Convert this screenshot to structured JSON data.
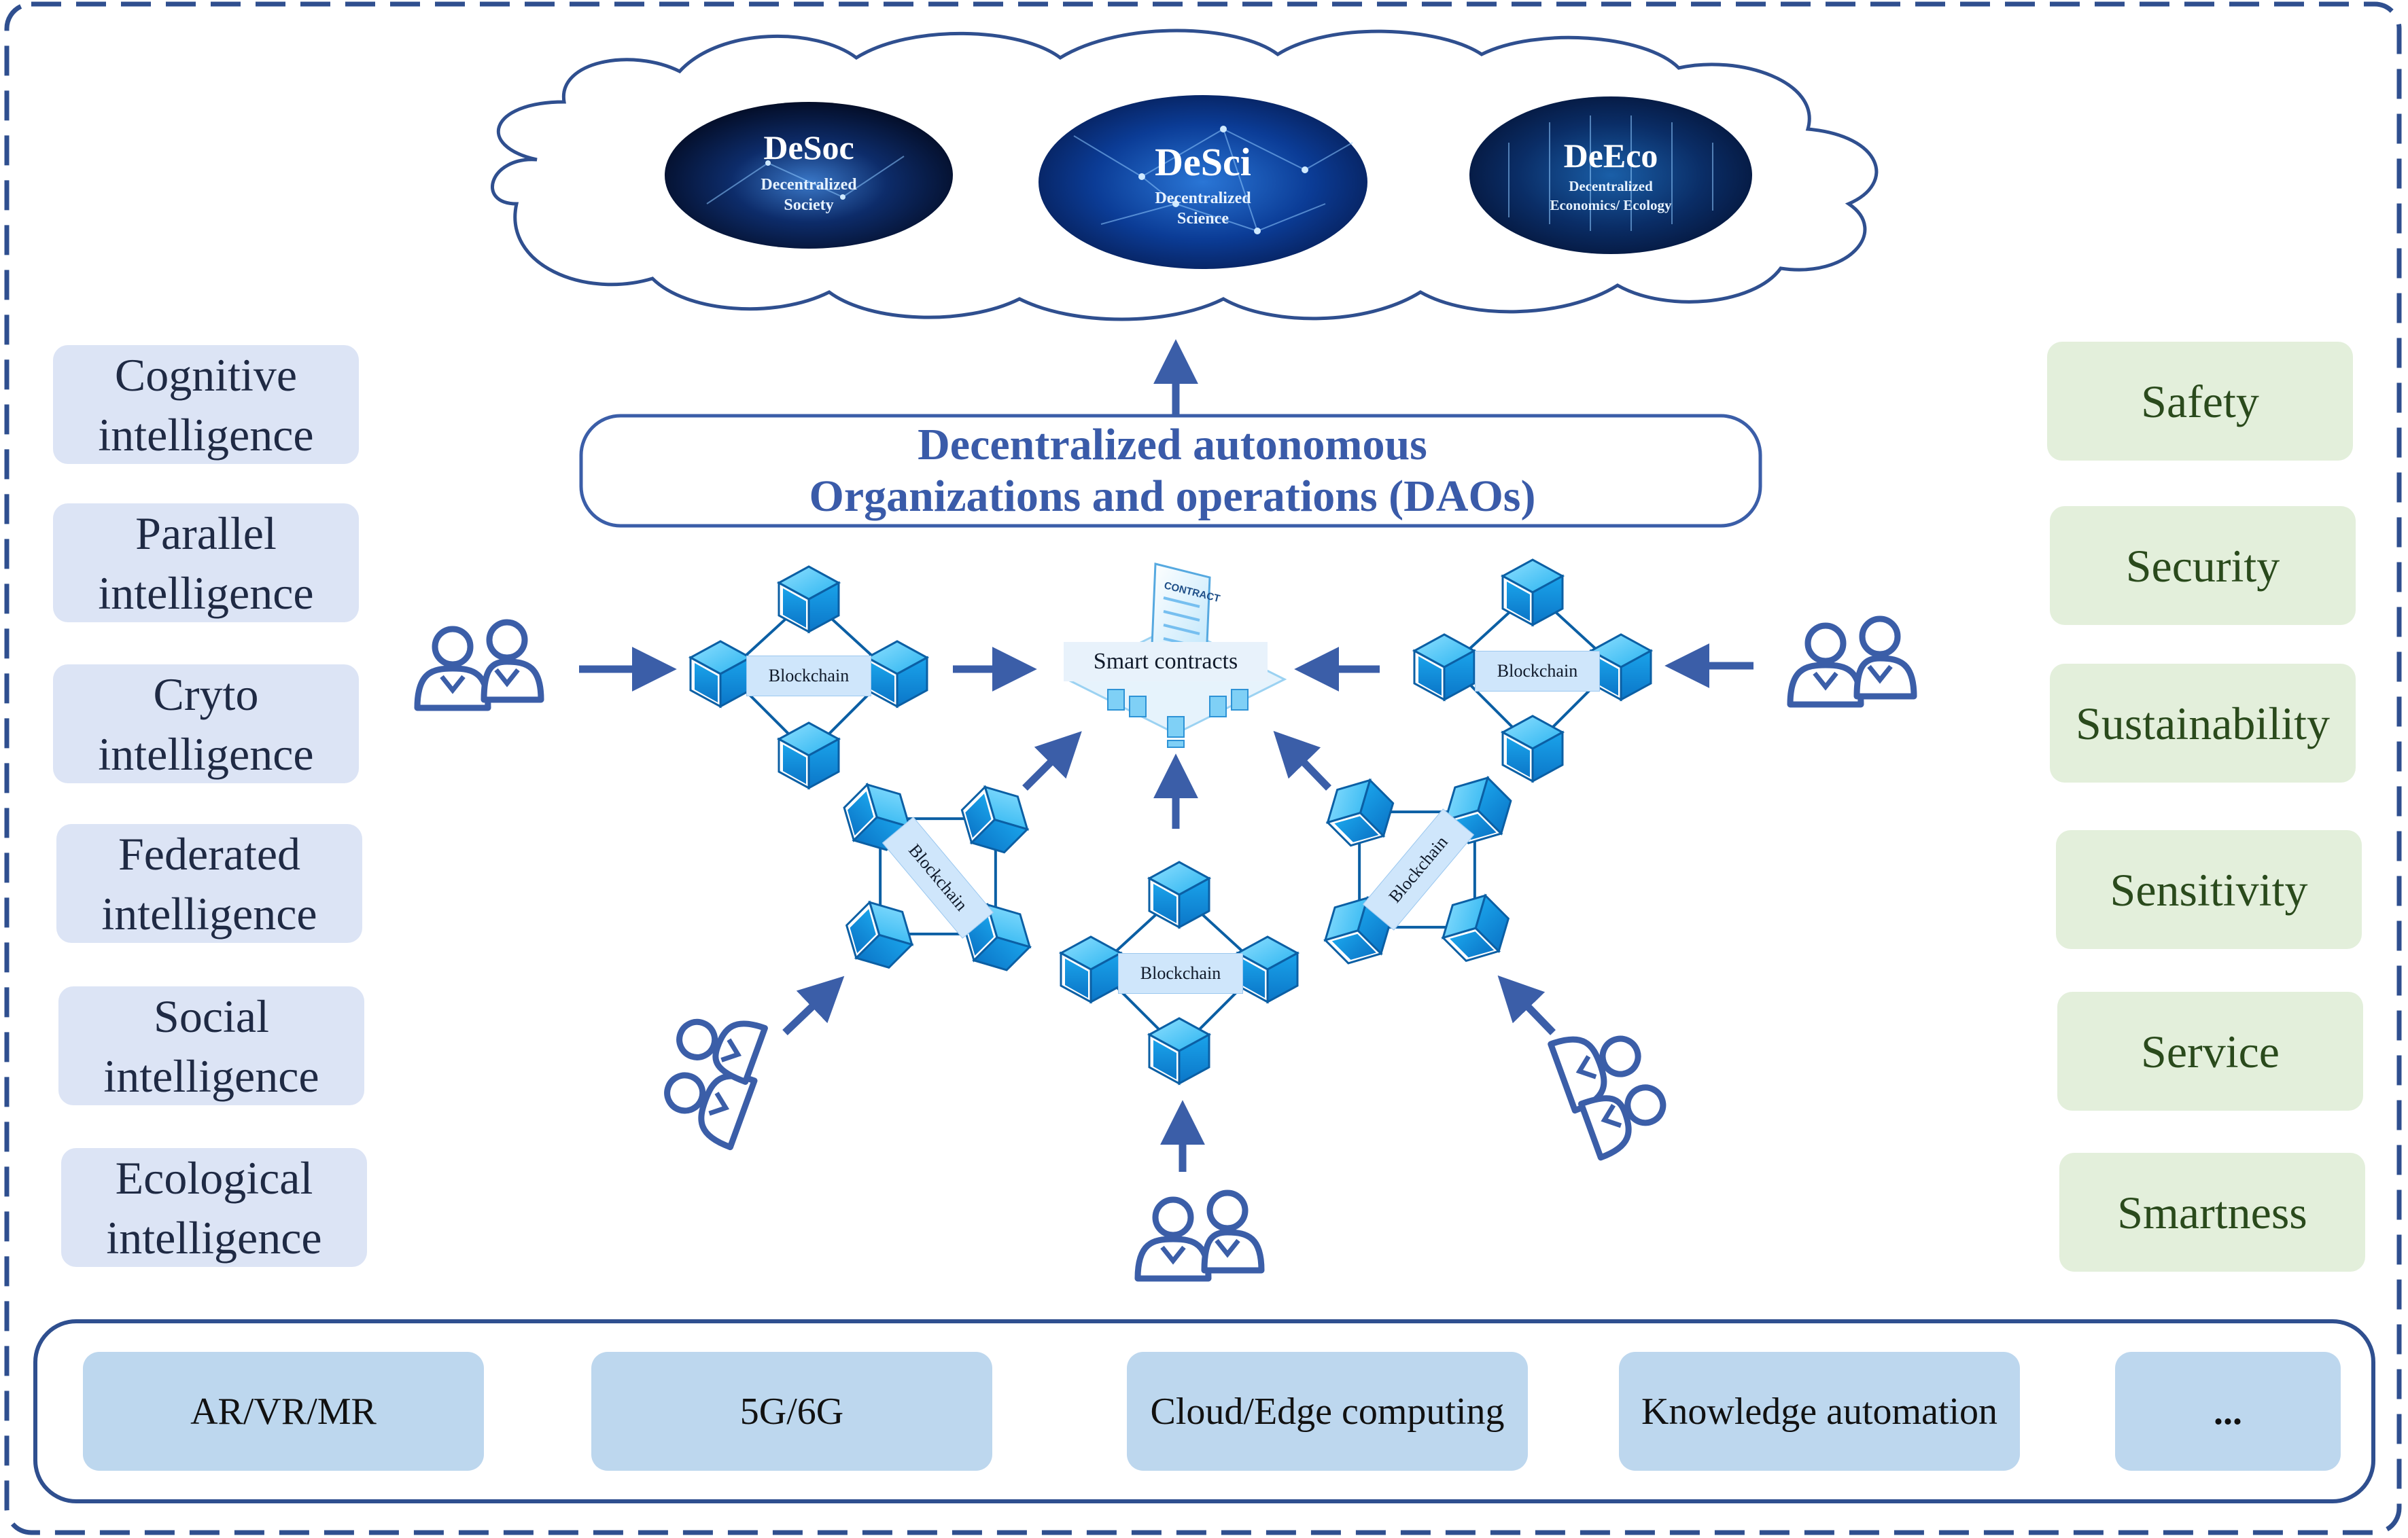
{
  "top_ovals": [
    {
      "title": "DeSoc",
      "subtitle_line1": "Decentralized",
      "subtitle_line2": "Society"
    },
    {
      "title": "DeSci",
      "subtitle_line1": "Decentralized",
      "subtitle_line2": "Science"
    },
    {
      "title": "DeEco",
      "subtitle_line1": "Decentralized",
      "subtitle_line2": "Economics/ Ecology"
    }
  ],
  "dao": {
    "line1": "Decentralized autonomous",
    "line2": "Organizations and operations (DAOs)"
  },
  "left_column": [
    {
      "line1": "Cognitive",
      "line2": "intelligence"
    },
    {
      "line1": "Parallel",
      "line2": "intelligence"
    },
    {
      "line1": "Cryto",
      "line2": "intelligence"
    },
    {
      "line1": "Federated",
      "line2": "intelligence"
    },
    {
      "line1": "Social",
      "line2": "intelligence"
    },
    {
      "line1": "Ecological",
      "line2": "intelligence"
    }
  ],
  "right_column": [
    "Safety",
    "Security",
    "Sustainability",
    "Sensitivity",
    "Service",
    "Smartness"
  ],
  "center": {
    "smart_contracts": "Smart contracts",
    "contract_doc": "CONTRACT",
    "blockchain_label": "Blockchain"
  },
  "bottom_bar": [
    "AR/VR/MR",
    "5G/6G",
    "Cloud/Edge computing",
    "Knowledge automation",
    "..."
  ],
  "colors": {
    "frame": "#2f4f8f",
    "arrow": "#3b5ea8",
    "cube": "#1ea0e6",
    "left_box": "#dce4f5",
    "right_box": "#e3efdb",
    "bottom_box": "#bdd7ee",
    "dao_text": "#3a5ba9"
  },
  "icons": [
    "user-pair-icon",
    "cube-icon",
    "contract-icon",
    "server-icon"
  ]
}
